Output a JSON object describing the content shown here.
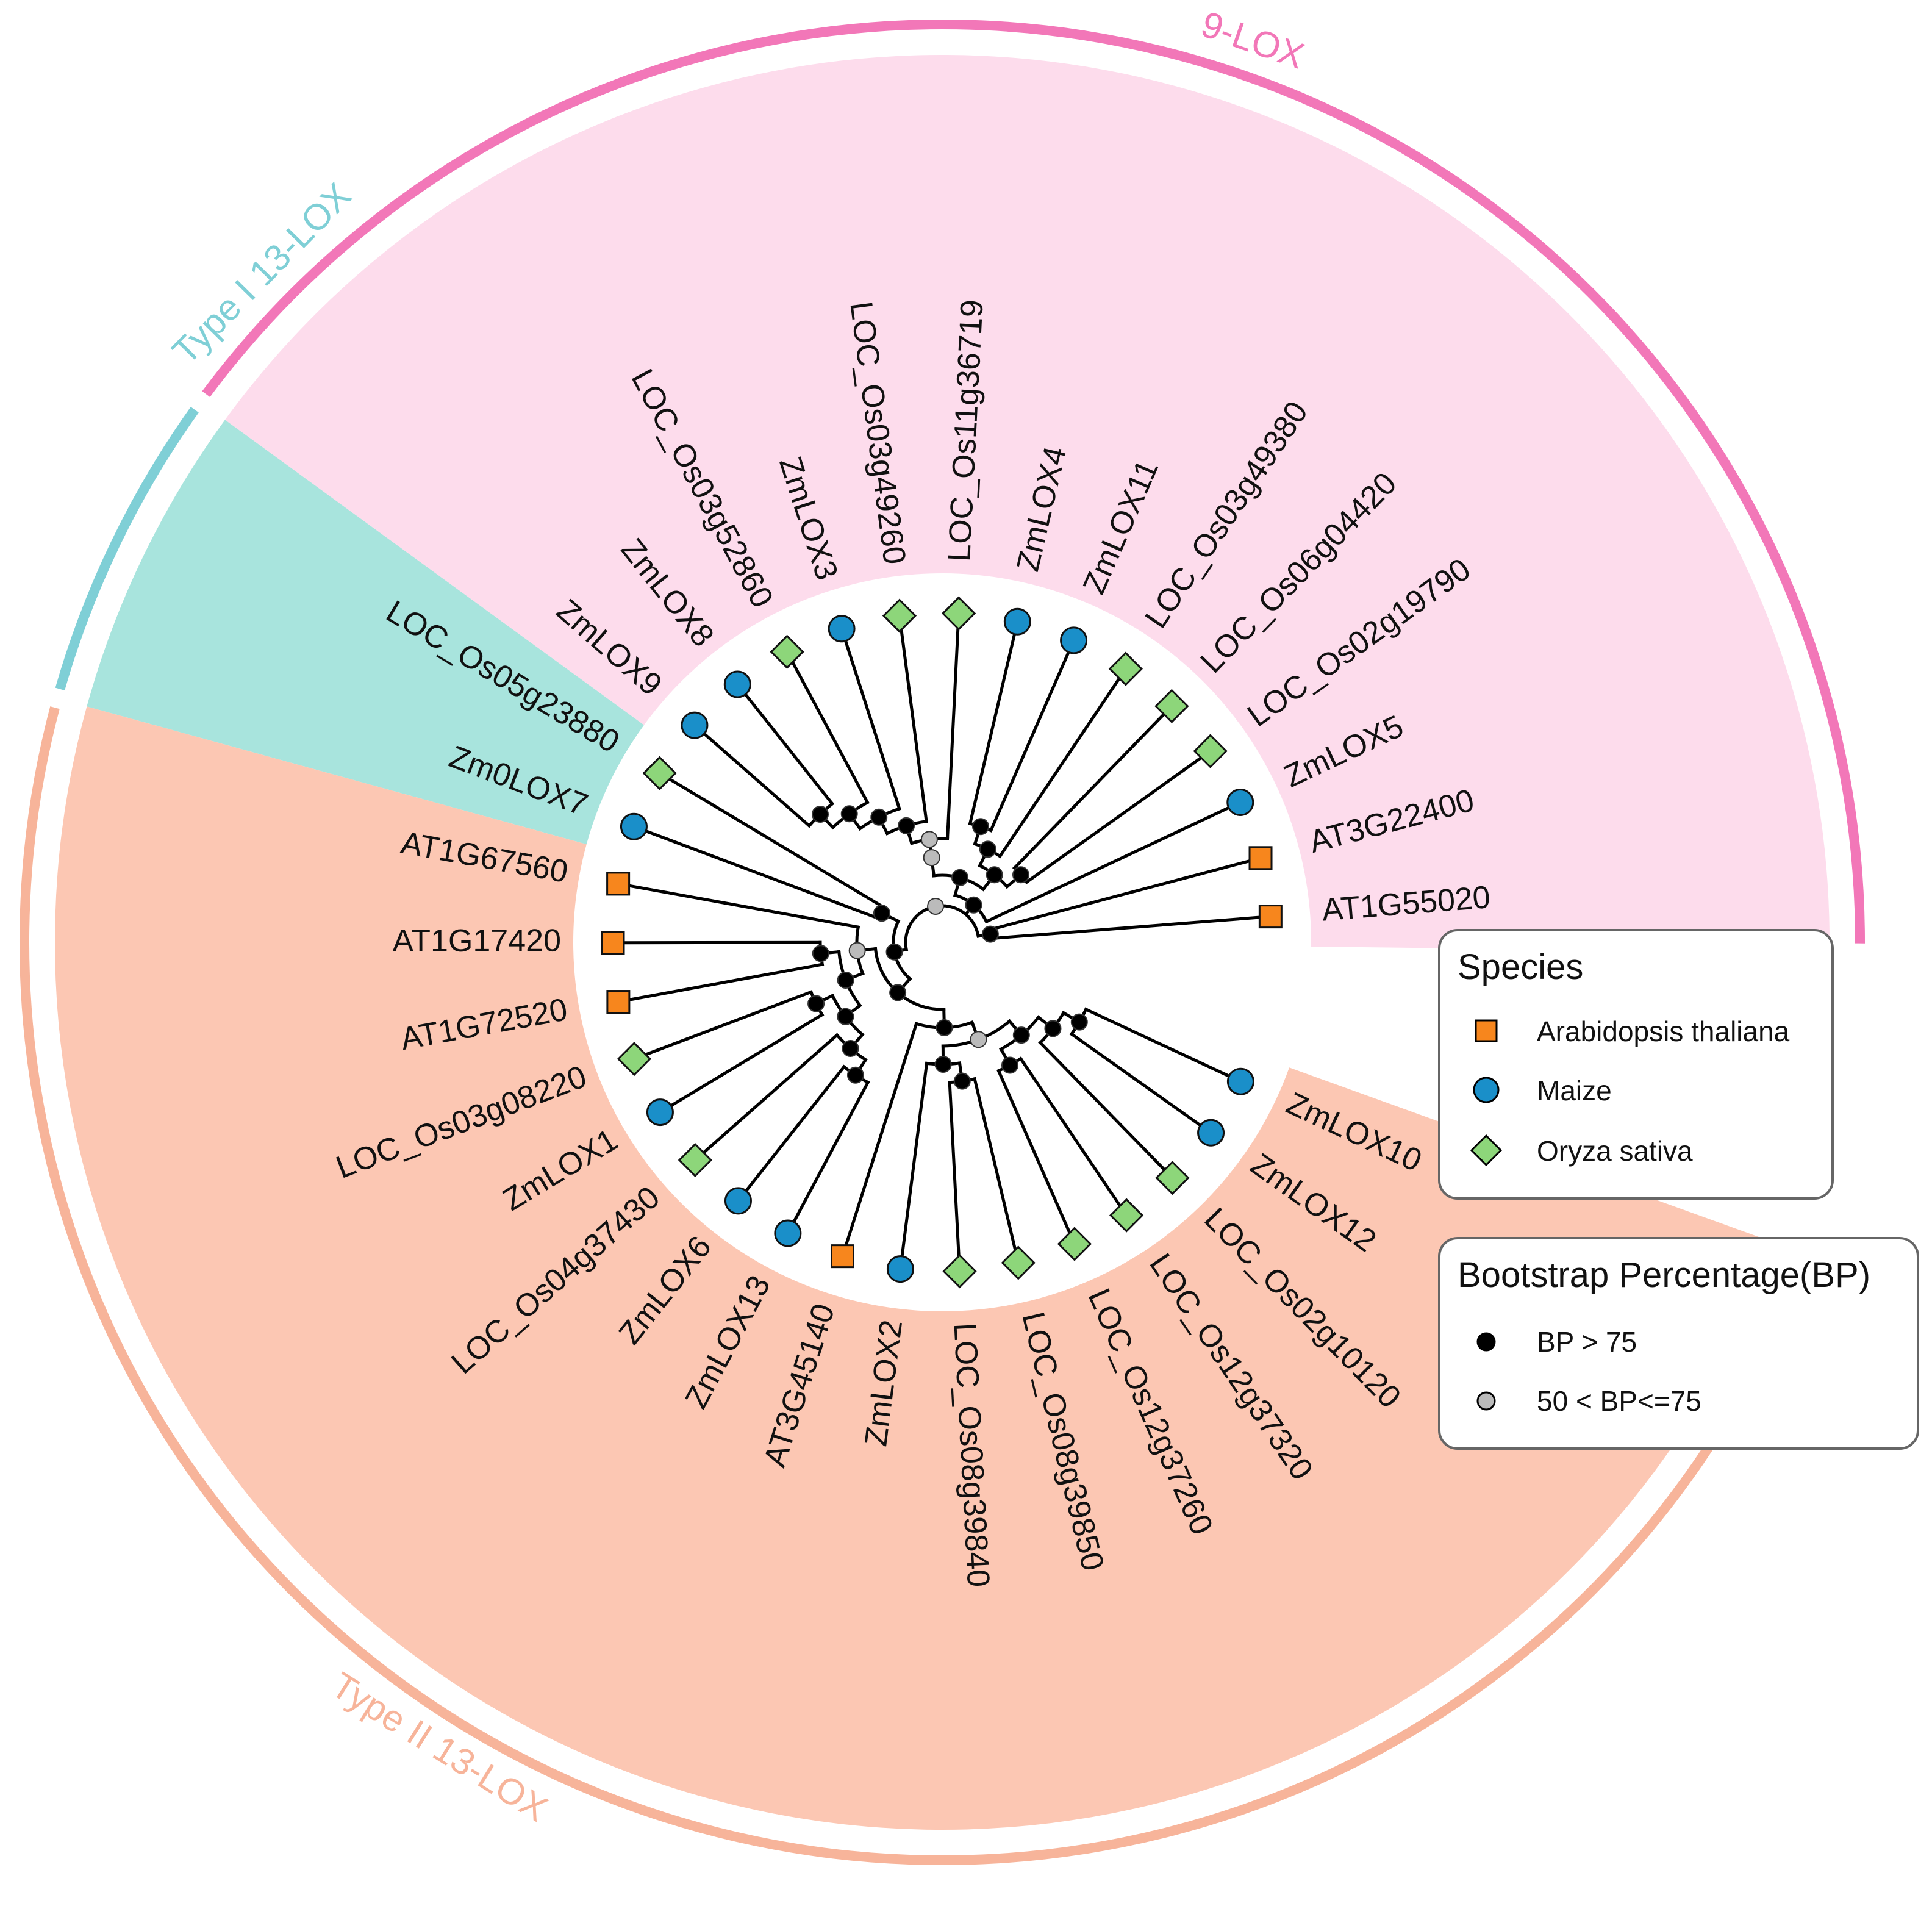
{
  "groups": [
    {
      "id": "g9",
      "label": "9-LOX",
      "color": "#f277b8",
      "fill": "#fddcec"
    },
    {
      "id": "gT1",
      "label": "Type I 13-LOX",
      "color": "#7fcfd6",
      "fill": "#a8e4dd"
    },
    {
      "id": "gT2",
      "label": "Type II 13-LOX",
      "color": "#f7b49a",
      "fill": "#fcc7b3"
    }
  ],
  "species": {
    "A": {
      "name": "Arabidopsis thaliana",
      "shape": "square",
      "color": "#f7861d"
    },
    "M": {
      "name": "Maize",
      "shape": "circle",
      "color": "#1a8fc9"
    },
    "O": {
      "name": "Oryza sativa",
      "shape": "diamond",
      "color": "#8dd67a"
    }
  },
  "bootstrap": {
    "high": {
      "label": "BP > 75",
      "color": "#000000"
    },
    "mid": {
      "label": "50 < BP<=75",
      "color": "#bbbbbb"
    }
  },
  "legend": {
    "species_title": "Species",
    "bootstrap_title": "Bootstrap Percentage(BP)"
  },
  "tips": [
    {
      "name": "AT1G55020",
      "species": "A",
      "group": "g9"
    },
    {
      "name": "AT3G22400",
      "species": "A",
      "group": "g9"
    },
    {
      "name": "ZmLOX5",
      "species": "M",
      "group": "g9"
    },
    {
      "name": "LOC_Os02g19790",
      "species": "O",
      "group": "g9"
    },
    {
      "name": "LOC_Os06g04420",
      "species": "O",
      "group": "g9"
    },
    {
      "name": "LOC_Os03g49380",
      "species": "O",
      "group": "g9"
    },
    {
      "name": "ZmLOX11",
      "species": "M",
      "group": "g9"
    },
    {
      "name": "ZmLOX4",
      "species": "M",
      "group": "g9"
    },
    {
      "name": "LOC_Os11g36719",
      "species": "O",
      "group": "g9"
    },
    {
      "name": "LOC_Os03g49260",
      "species": "O",
      "group": "g9"
    },
    {
      "name": "ZmLOX3",
      "species": "M",
      "group": "g9"
    },
    {
      "name": "LOC_Os03g52860",
      "species": "O",
      "group": "g9"
    },
    {
      "name": "ZmLOX8",
      "species": "M",
      "group": "g9"
    },
    {
      "name": "ZmLOX9",
      "species": "M",
      "group": "g9"
    },
    {
      "name": "LOC_Os05g23880",
      "species": "O",
      "group": "gT1"
    },
    {
      "name": "Zm0LOX7",
      "species": "M",
      "group": "gT1"
    },
    {
      "name": "AT1G67560",
      "species": "A",
      "group": "gT2"
    },
    {
      "name": "AT1G17420",
      "species": "A",
      "group": "gT2"
    },
    {
      "name": "AT1G72520",
      "species": "A",
      "group": "gT2"
    },
    {
      "name": "LOC_Os03g08220",
      "species": "O",
      "group": "gT2"
    },
    {
      "name": "ZmLOX1",
      "species": "M",
      "group": "gT2"
    },
    {
      "name": "LOC_Os04g37430",
      "species": "O",
      "group": "gT2"
    },
    {
      "name": "ZmLOX6",
      "species": "M",
      "group": "gT2"
    },
    {
      "name": "ZmLOX13",
      "species": "M",
      "group": "gT2"
    },
    {
      "name": "AT3G45140",
      "species": "A",
      "group": "gT2"
    },
    {
      "name": "ZmLOX2",
      "species": "M",
      "group": "gT2"
    },
    {
      "name": "LOC_Os08g39840",
      "species": "O",
      "group": "gT2"
    },
    {
      "name": "LOC_Os08g39850",
      "species": "O",
      "group": "gT2"
    },
    {
      "name": "LOC_Os12g37260",
      "species": "O",
      "group": "gT2"
    },
    {
      "name": "LOC_Os12g37320",
      "species": "O",
      "group": "gT2"
    },
    {
      "name": "LOC_Os02g10120",
      "species": "O",
      "group": "gT2"
    },
    {
      "name": "ZmLOX12",
      "species": "M",
      "group": "gT2"
    },
    {
      "name": "ZmLOX10",
      "species": "M",
      "group": "gT2"
    }
  ],
  "tree": {
    "bp": "mid",
    "children": [
      {
        "bp": "high",
        "children": [
          {
            "tip": "AT1G55020"
          },
          {
            "tip": "AT3G22400"
          }
        ]
      },
      {
        "bp": "high",
        "children": [
          {
            "tip": "ZmLOX5"
          },
          {
            "bp": "high",
            "children": [
              {
                "bp": "high",
                "children": [
                  {
                    "bp": "high",
                    "children": [
                      {
                        "tip": "LOC_Os02g19790"
                      },
                      {
                        "tip": "LOC_Os06g04420"
                      }
                    ]
                  },
                  {
                    "bp": "high",
                    "children": [
                      {
                        "tip": "LOC_Os03g49380"
                      },
                      {
                        "bp": "high",
                        "children": [
                          {
                            "tip": "ZmLOX11"
                          },
                          {
                            "tip": "ZmLOX4"
                          }
                        ]
                      }
                    ]
                  }
                ]
              },
              {
                "bp": "mid",
                "children": [
                  {
                    "bp": "mid",
                    "children": [
                      {
                        "tip": "LOC_Os11g36719"
                      },
                      {
                        "bp": "high",
                        "children": [
                          {
                            "tip": "LOC_Os03g49260"
                          },
                          {
                            "bp": "high",
                            "children": [
                              {
                                "tip": "ZmLOX3"
                              },
                              {
                                "bp": "high",
                                "children": [
                                  {
                                    "tip": "LOC_Os03g52860"
                                  },
                                  {
                                    "bp": "high",
                                    "children": [
                                      {
                                        "tip": "ZmLOX8"
                                      },
                                      {
                                        "tip": "ZmLOX9"
                                      }
                                    ]
                                  }
                                ]
                              }
                            ]
                          }
                        ]
                      }
                    ]
                  }
                ]
              }
            ]
          }
        ]
      },
      {
        "bp": "high",
        "children": [
          {
            "bp": "high",
            "children": [
              {
                "tip": "LOC_Os05g23880"
              },
              {
                "tip": "Zm0LOX7"
              }
            ]
          },
          {
            "bp": "high",
            "children": [
              {
                "bp": "mid",
                "children": [
                  {
                    "tip": "AT1G67560"
                  },
                  {
                    "bp": "high",
                    "children": [
                      {
                        "bp": "high",
                        "children": [
                          {
                            "tip": "AT1G17420"
                          },
                          {
                            "tip": "AT1G72520"
                          }
                        ]
                      },
                      {
                        "bp": "high",
                        "children": [
                          {
                            "bp": "high",
                            "children": [
                              {
                                "tip": "LOC_Os03g08220"
                              },
                              {
                                "tip": "ZmLOX1"
                              }
                            ]
                          },
                          {
                            "bp": "high",
                            "children": [
                              {
                                "tip": "LOC_Os04g37430"
                              },
                              {
                                "bp": "high",
                                "children": [
                                  {
                                    "tip": "ZmLOX6"
                                  },
                                  {
                                    "tip": "ZmLOX13"
                                  }
                                ]
                              }
                            ]
                          }
                        ]
                      }
                    ]
                  }
                ]
              },
              {
                "bp": "high",
                "children": [
                  {
                    "tip": "AT3G45140"
                  },
                  {
                    "bp": "mid",
                    "children": [
                      {
                        "bp": "high",
                        "children": [
                          {
                            "tip": "ZmLOX2"
                          },
                          {
                            "bp": "high",
                            "children": [
                              {
                                "tip": "LOC_Os08g39840"
                              },
                              {
                                "tip": "LOC_Os08g39850"
                              }
                            ]
                          }
                        ]
                      },
                      {
                        "bp": "high",
                        "children": [
                          {
                            "bp": "high",
                            "children": [
                              {
                                "tip": "LOC_Os12g37260"
                              },
                              {
                                "tip": "LOC_Os12g37320"
                              }
                            ]
                          },
                          {
                            "bp": "high",
                            "children": [
                              {
                                "tip": "LOC_Os02g10120"
                              },
                              {
                                "bp": "high",
                                "children": [
                                  {
                                    "tip": "ZmLOX12"
                                  },
                                  {
                                    "tip": "ZmLOX10"
                                  }
                                ]
                              }
                            ]
                          }
                        ]
                      }
                    ]
                  }
                ]
              }
            ]
          }
        ]
      }
    ]
  }
}
